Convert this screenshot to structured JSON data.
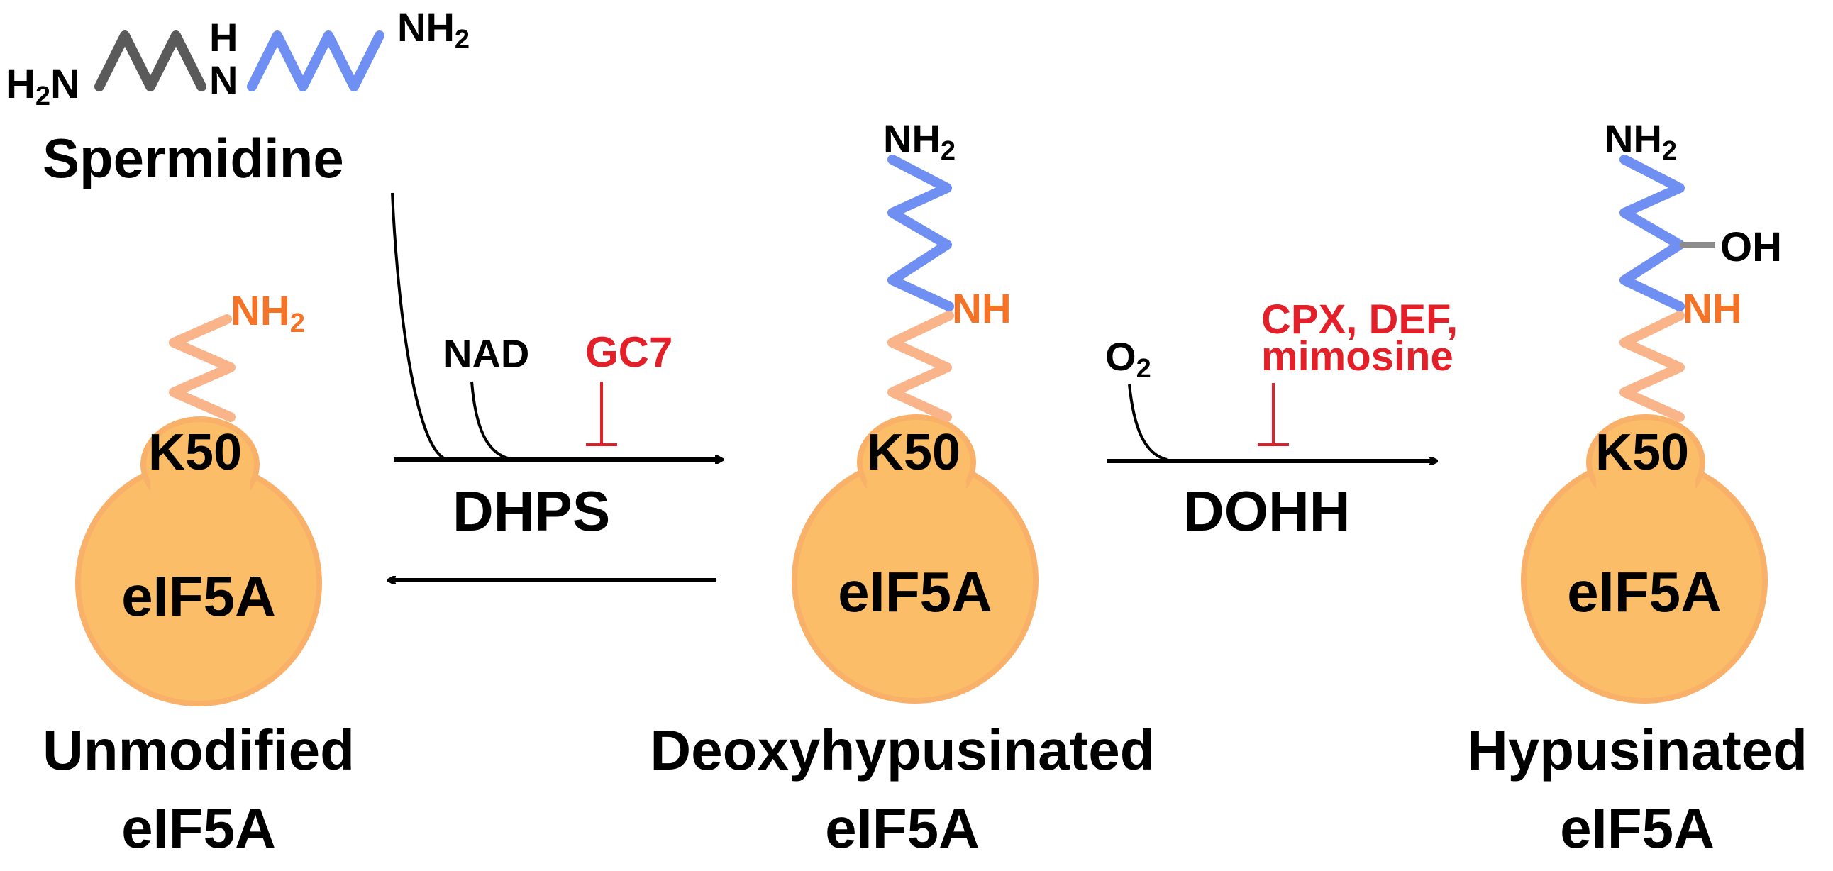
{
  "spermidine": {
    "left_group": "H",
    "left_group_sub": "2",
    "left_group_end": "N",
    "middle_h": "H",
    "middle_n": "N",
    "right_group": "NH",
    "right_group_sub": "2",
    "name": "Spermidine"
  },
  "reaction_forward": {
    "cofactor": "NAD",
    "inhibitor": "GC7",
    "enzyme": "DHPS"
  },
  "reaction_hydroxylation": {
    "cofactor": "O",
    "cofactor_sub": "2",
    "inhibitor_line1": "CPX, DEF,",
    "inhibitor_line2": "mimosine",
    "enzyme": "DOHH"
  },
  "states": [
    {
      "top_group": "NH",
      "top_group_sub": "2",
      "residue": "K50",
      "protein": "eIF5A",
      "caption_line1": "Unmodified",
      "caption_line2": "eIF5A"
    },
    {
      "top_group": "NH",
      "top_group_sub": "2",
      "link_group": "NH",
      "residue": "K50",
      "protein": "eIF5A",
      "caption_line1": "Deoxyhypusinated",
      "caption_line2": "eIF5A"
    },
    {
      "top_group": "NH",
      "top_group_sub": "2",
      "hydroxyl": "OH",
      "link_group": "NH",
      "residue": "K50",
      "protein": "eIF5A",
      "caption_line1": "Hypusinated",
      "caption_line2": "eIF5A"
    }
  ],
  "colors": {
    "text": "#000000",
    "inhibitor": "#e3202a",
    "lysine_chain": "#f9b48a",
    "lysine_label": "#f47327",
    "spermidine_blue": "#6f8ff2",
    "spermidine_gray": "#5a5a5a",
    "protein_fill": "#fbbd68",
    "protein_rim": "#f9b069",
    "hydroxyl_bond": "#8c8c8c"
  }
}
